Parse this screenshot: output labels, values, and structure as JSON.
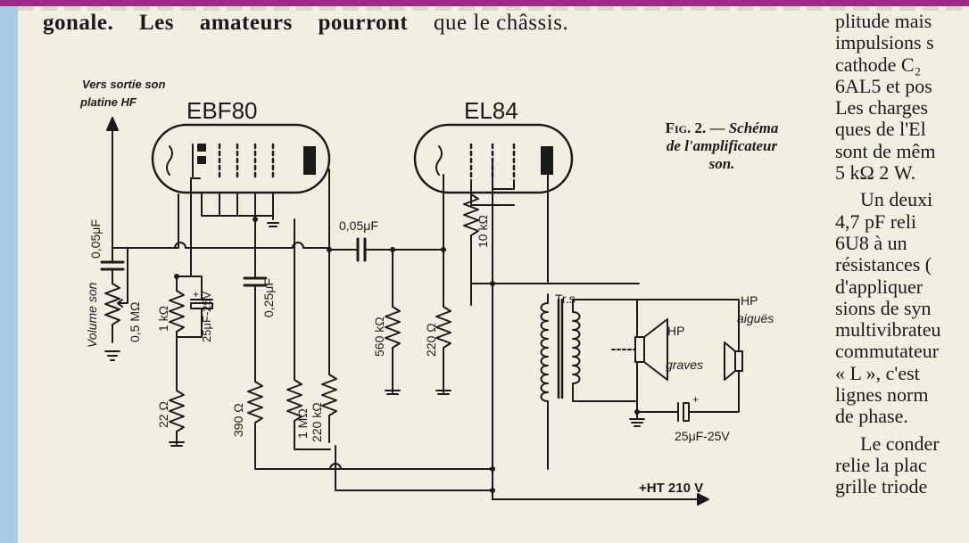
{
  "page": {
    "intro_words": [
      "gonale.",
      "Les",
      "amateurs",
      "pourront",
      "que le châssis."
    ],
    "caption": {
      "label": "Fig. 2. —",
      "line1": "Schéma",
      "line2": "de l'amplificateur",
      "line3": "son."
    },
    "right_column": [
      "plitude mais",
      "impulsions s",
      "cathode C₂",
      "6AL5 et pos",
      "Les charges",
      "ques de l'El",
      "sont de mêm",
      "5 kΩ 2 W.",
      "Un deuxi",
      "4,7 pF reli",
      "6U8 à un",
      "résistances (",
      "d'appliquer",
      "sions de syn",
      "multivibrateu",
      "commutateur",
      "« L », c'est",
      "lignes norm",
      "de phase.",
      "Le conder",
      "relie la plac",
      "grille triode"
    ]
  },
  "schematic": {
    "tube1": "EBF80",
    "tube2": "EL84",
    "input_label_1": "Vers sortie son",
    "input_label_2": "platine HF",
    "c_input": "0,05μF",
    "volume_label": "Volume son",
    "r_volume": "0,5 MΩ",
    "r_1k": "1 kΩ",
    "c_cathode": "25μF-25V",
    "c_screen": "0,25μF",
    "r_22": "22 Ω",
    "r_390": "390 Ω",
    "r_1M": "1 MΩ",
    "r_220k": "220 kΩ",
    "c_coupling": "0,05μF",
    "r_10k": "10 kΩ",
    "r_560k": "560 kΩ",
    "r_220": "220 Ω",
    "transformer": "Tr.s",
    "hp_graves_1": "HP",
    "hp_graves_2": "graves",
    "hp_aigu_1": "HP",
    "hp_aigu_2": "aiguës",
    "c_output": "25μF-25V",
    "ht_label": "+HT 210 V"
  }
}
